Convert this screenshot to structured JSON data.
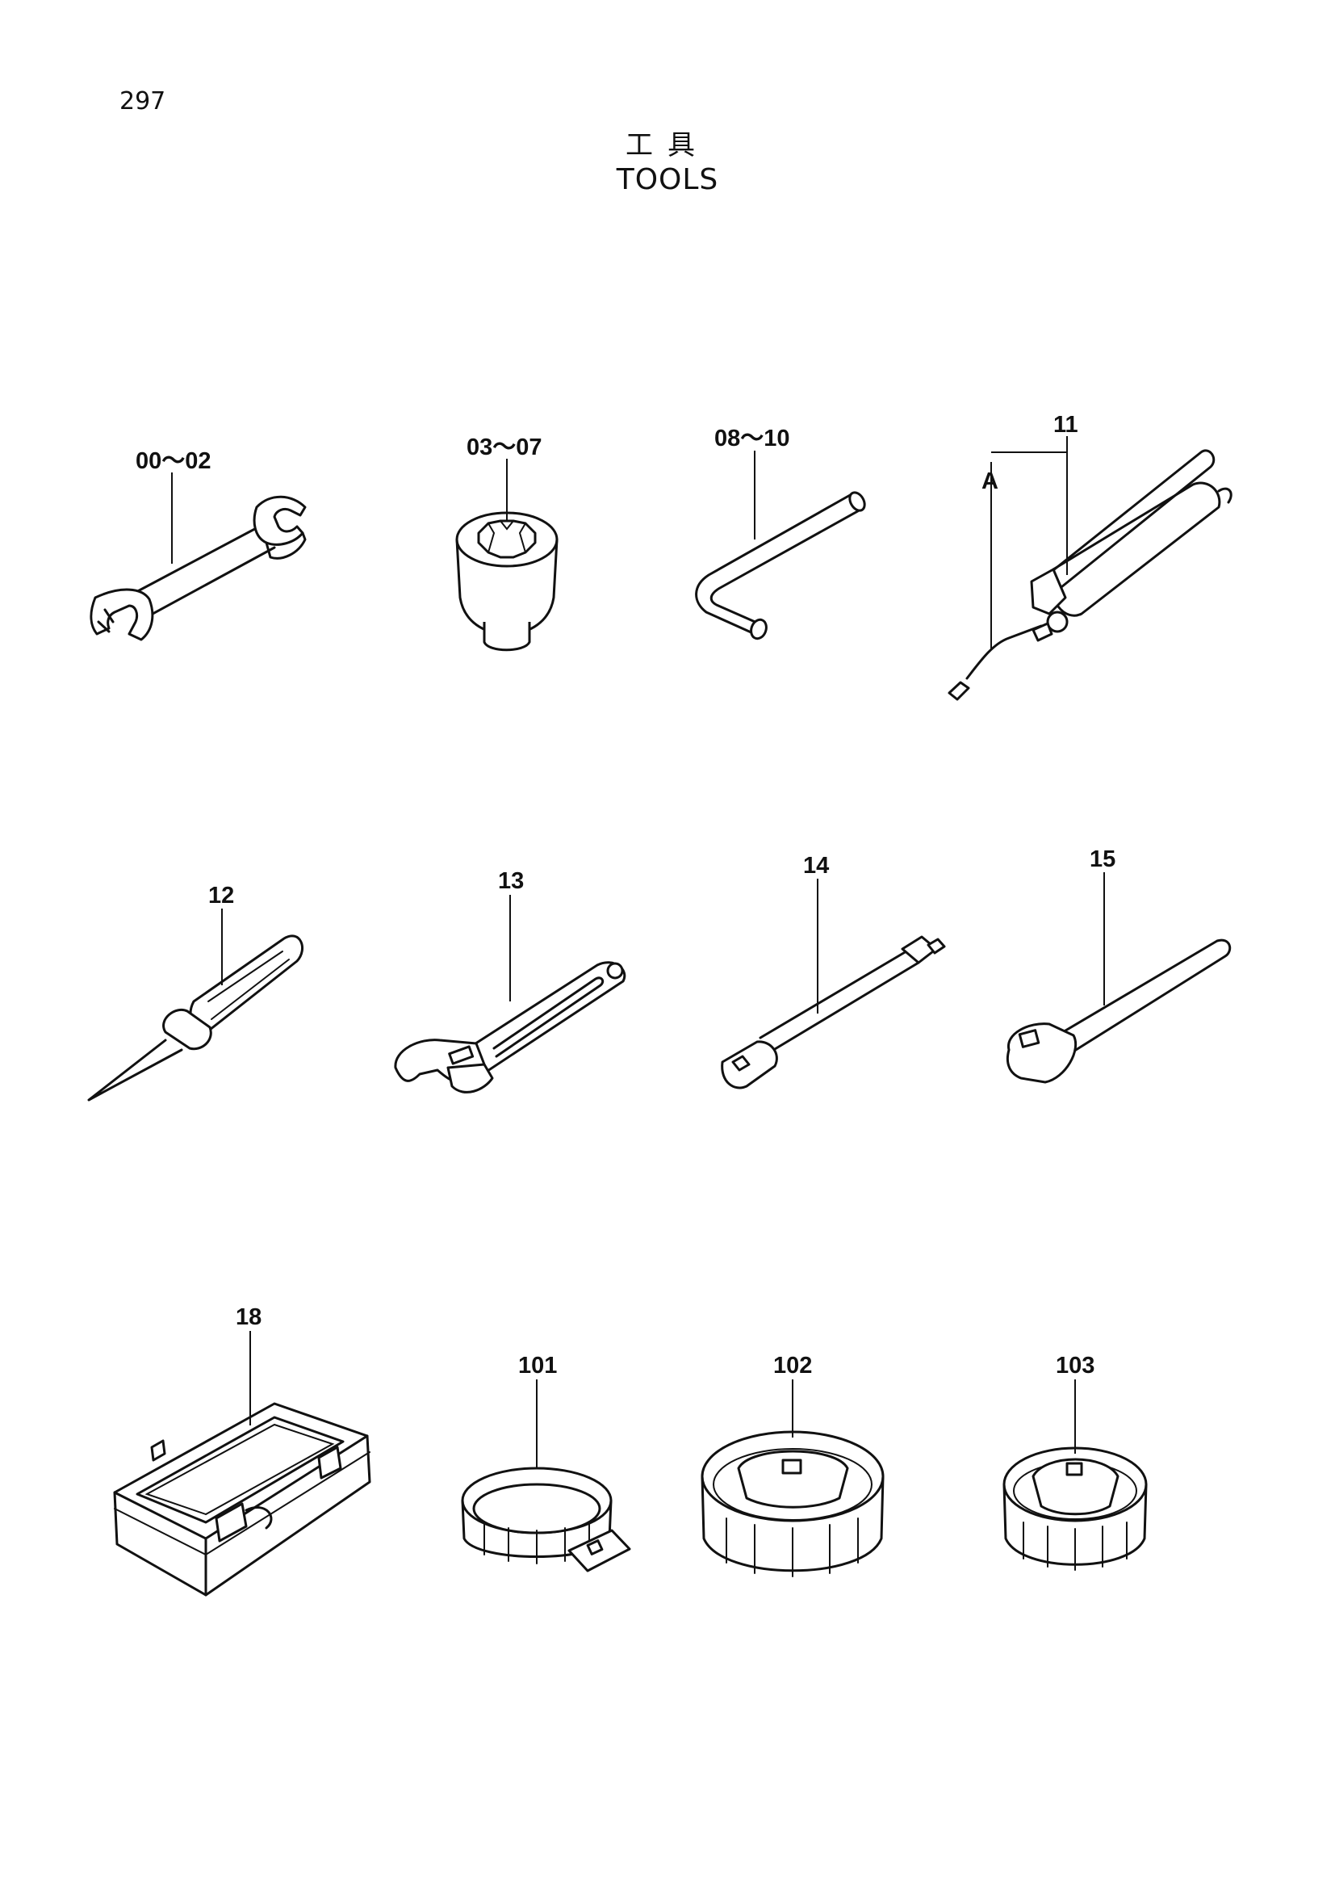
{
  "page": {
    "number": "297",
    "title_jp": "工具",
    "title_en": "TOOLS"
  },
  "callouts": {
    "wrench_double_open": "00～02",
    "socket": "03～07",
    "hex_key": "08～10",
    "grease_gun": "11",
    "grease_gun_sub": "A",
    "screwdriver": "12",
    "adjustable_wrench": "13",
    "extension_bar": "14",
    "ratchet_handle": "15",
    "tool_box": "18",
    "filter_wrench_101": "101",
    "filter_wrench_102": "102",
    "filter_wrench_103": "103"
  }
}
